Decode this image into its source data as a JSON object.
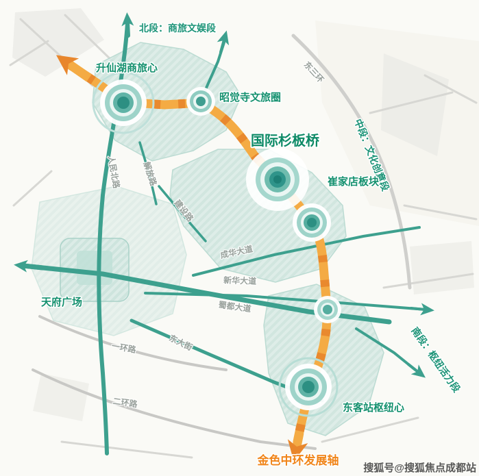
{
  "map": {
    "segments": {
      "north": "北段：商旅文娱段",
      "middle": "中段：文化创意段",
      "south": "南段：枢纽活力段"
    },
    "nodes": {
      "shengxianhu": "升仙湖商旅心",
      "zhaojuesi": "昭觉寺文旅圈",
      "shanbanqiao": "国际杉板桥",
      "cuijiadian": "崔家店板块",
      "tianfu_square": "天府广场",
      "east_station": "东客站枢纽心"
    },
    "axis_label": "金色中环发展轴",
    "roads": {
      "renmin_north": "人民北路",
      "jiefang": "解放路",
      "jianshe": "建设路",
      "chenghua": "成华大道",
      "xinhua": "新华大道",
      "shudu": "蜀都大道",
      "dongda": "东大街",
      "ring1": "一环路",
      "ring2": "二环路",
      "ring3_east": "东三环"
    },
    "watermark": "搜狐号@搜狐焦点成都站",
    "colors": {
      "axis_orange": "#f2a43a",
      "axis_orange_dark": "#e8862c",
      "road_teal": "#3da08e",
      "label_teal": "#15916f",
      "axis_text_orange": "#f08519",
      "district_fill": "#d9ebe6",
      "gray_road": "#d2d2cf"
    }
  }
}
